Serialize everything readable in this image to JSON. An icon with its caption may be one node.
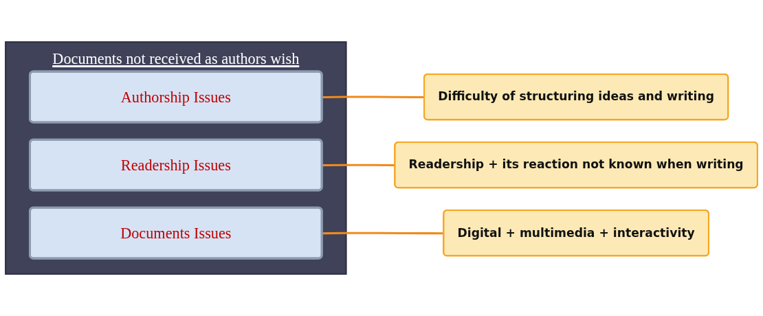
{
  "diagram": {
    "nodes": [
      {
        "text": [
          "Documents not received as authors wish"
        ]
      },
      {
        "text": [
          "Authorship Issues"
        ],
        "in": 0
      },
      {
        "text": [
          "Readership Issues"
        ],
        "in": 0
      },
      {
        "text": [
          "Documents Issues"
        ],
        "in": 0
      },
      {
        "text": [
          "Difficulty of structuring ideas and writing"
        ]
      },
      {
        "text": [
          "Readership + its reaction not known when writing"
        ]
      },
      {
        "text": [
          "Digital + multimedia + interactivity"
        ]
      }
    ],
    "edges": [
      {
        "from": 1,
        "to": 4,
        "arrow": "none"
      },
      {
        "from": 2,
        "to": 5,
        "arrow": "none"
      },
      {
        "from": 3,
        "to": 6,
        "arrow": "none"
      }
    ]
  }
}
